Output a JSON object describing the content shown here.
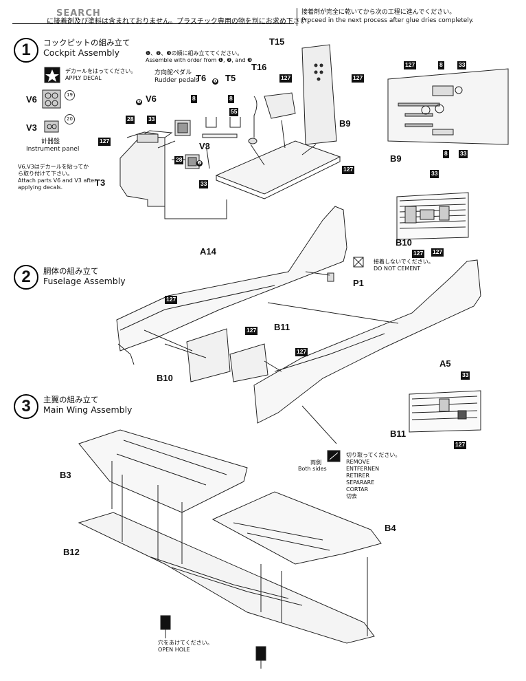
{
  "header": {
    "watermark_main": "",
    "watermark_site": "SEARCH",
    "left_note": "に接着剤及び塗料は含まれておりません。プラスチック専用の物を別にお求め下さい。",
    "right_note_jp": "接着剤が完全に乾いてから次の工程に進んでください。",
    "right_note_en": "Proceed in the next process after glue dries completely."
  },
  "steps": [
    {
      "num": "1",
      "jp": "コックピットの組み立て",
      "en": "Cockpit Assembly"
    },
    {
      "num": "2",
      "jp": "胴体の組み立て",
      "en": "Fuselage Assembly"
    },
    {
      "num": "3",
      "jp": "主翼の組み立て",
      "en": "Main Wing Assembly"
    }
  ],
  "step1": {
    "decal_jp": "デカールをはってください。",
    "decal_en": "APPLY DECAL",
    "v6": "V6",
    "v6_num": "19",
    "v3": "V3",
    "v3_num": "20",
    "panel_jp": "計器盤",
    "panel_en": "Instrument panel",
    "note_jp1": "V6,V3はデカールを貼ってか",
    "note_jp2": "ら取り付けて下さい。",
    "note_en1": "Attach parts V6 and V3 after",
    "note_en2": "applying decals.",
    "order_jp": "❶、❷、❸の順に組み立ててください。",
    "order_en": "Assemble with order from ❶, ❷, and ❸",
    "pedal_jp": "方向舵ペダル",
    "pedal_en": "Rudder pedals"
  },
  "step2": {
    "nocement_jp": "接着しないでください。",
    "nocement_en": "DO NOT CEMENT",
    "both_jp": "両側",
    "both_en": "Both sides",
    "remove": [
      "切り取ってください。",
      "REMOVE",
      "ENTFERNEN",
      "RETIRER",
      "SEPARARE",
      "CORTAR",
      "切去"
    ]
  },
  "step3": {
    "hole_jp": "穴をあけてください。",
    "hole_en": "OPEN HOLE"
  },
  "labels": {
    "T15": "T15",
    "T16": "T16",
    "T5": "T5",
    "T6": "T6",
    "V6b": "V6",
    "V3b": "V3",
    "T3": "T3",
    "B9": "B9",
    "B9b": "B9",
    "B10": "B10",
    "B10b": "B10",
    "B11": "B11",
    "B11b": "B11",
    "A14": "A14",
    "A5": "A5",
    "P1": "P1",
    "B3": "B3",
    "B4": "B4",
    "B12": "B12",
    "c1": "❶",
    "c2": "❷",
    "c3": "❸"
  },
  "tags": {
    "t127": "127",
    "t8": "8",
    "t55": "55",
    "t33": "33",
    "t28": "28"
  }
}
